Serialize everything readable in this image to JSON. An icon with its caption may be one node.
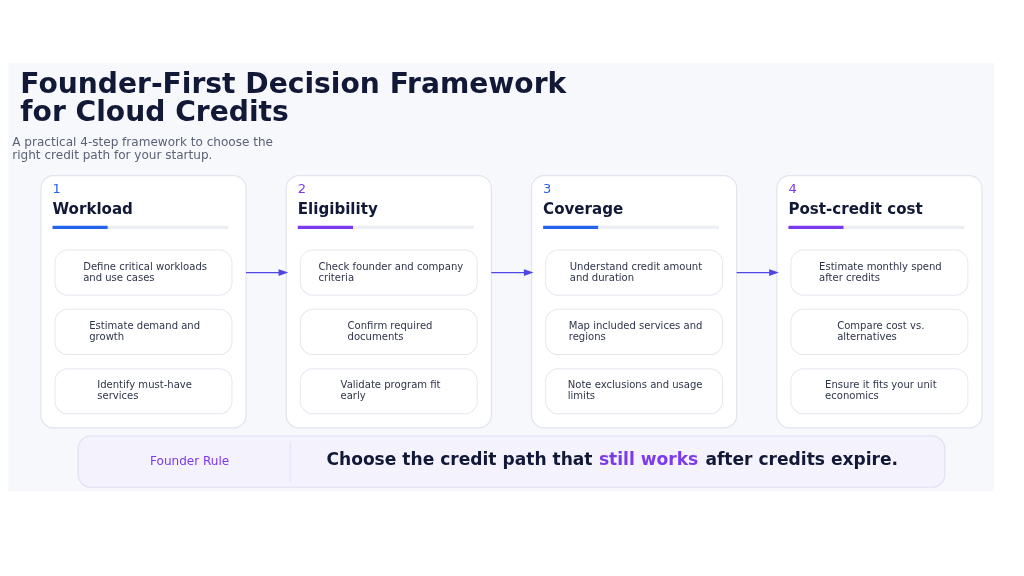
{
  "diagram": {
    "title": "Founder-First Decision Framework for Cloud Credits",
    "nodes": [
      {
        "text": [
          "1",
          "Workload"
        ]
      },
      {
        "text": [
          "Define critical workloads and use cases"
        ],
        "in": 0
      },
      {
        "text": [
          "Estimate demand and growth"
        ],
        "in": 0
      },
      {
        "text": [
          "Identify must-have services"
        ],
        "in": 0
      },
      {
        "text": [
          "2",
          "Eligibility"
        ]
      },
      {
        "text": [
          "Check founder and company criteria"
        ],
        "in": 4
      },
      {
        "text": [
          "Confirm required documents"
        ],
        "in": 4
      },
      {
        "text": [
          "Validate program fit early"
        ],
        "in": 4
      },
      {
        "text": [
          "3",
          "Coverage"
        ]
      },
      {
        "text": [
          "Understand credit amount and duration"
        ],
        "in": 8
      },
      {
        "text": [
          "Map included services and regions"
        ],
        "in": 8
      },
      {
        "text": [
          "Note exclusions and usage limits"
        ],
        "in": 8
      },
      {
        "text": [
          "4",
          "Post-credit cost"
        ]
      },
      {
        "text": [
          "Estimate monthly spend after credits"
        ],
        "in": 12
      },
      {
        "text": [
          "Compare cost vs. alternatives"
        ],
        "in": 12
      },
      {
        "text": [
          "Ensure it fits your unit economics"
        ],
        "in": 12
      },
      {
        "text": [
          "Founder Rule",
          "Choose the credit path that **still works** after credits expire."
        ]
      }
    ],
    "edges": [
      {
        "from": 0,
        "to": 4,
        "arrow": "to"
      },
      {
        "from": 4,
        "to": 8,
        "arrow": "to"
      },
      {
        "from": 8,
        "to": 12,
        "arrow": "to"
      }
    ],
    "labels": [
      "A practical 4-step framework to choose the right credit path for your startup."
    ]
  }
}
